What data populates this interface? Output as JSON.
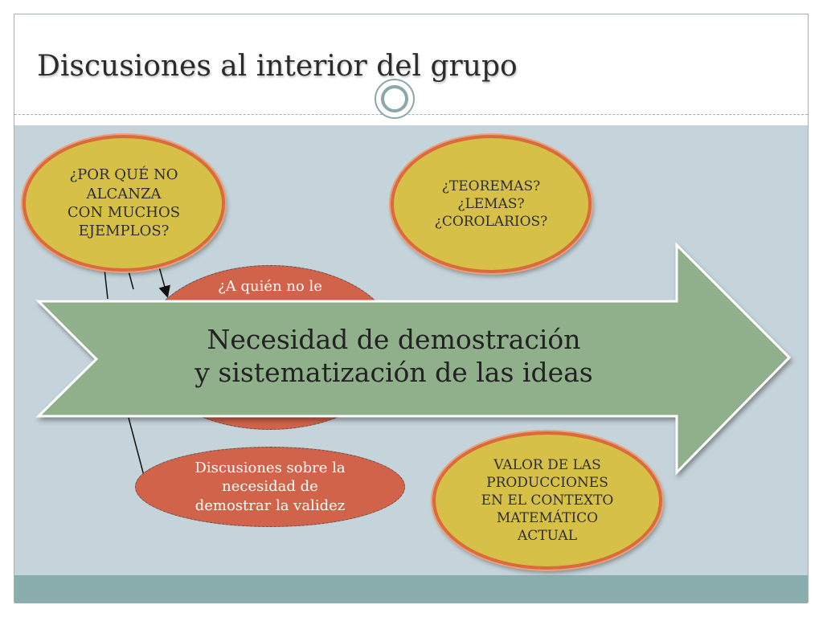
{
  "slide": {
    "title": "Discusiones al interior del grupo"
  },
  "bubbles": {
    "why_not_examples": "¿POR QUÉ NO\nALCANZA\nCON MUCHOS\nEJEMPLOS?",
    "theorems": "¿TEOREMAS?\n¿LEMAS?\n¿COROLARIOS?",
    "who_not": "¿A quién no le",
    "discussions": "Discusiones sobre la\nnecesidad de\ndemostrar la validez",
    "value": "VALOR DE LAS\nPRODUCCIONES\nEN EL CONTEXTO\nMATEMÁTICO\nACTUAL"
  },
  "central_arrow": {
    "text": "Necesidad de demostración\ny sistematización de las ideas"
  },
  "colors": {
    "background": "#c5d3da",
    "footer": "#8aadad",
    "yellow_bubble": "#d7c047",
    "red_bubble": "#d0634a",
    "arrow_fill": "#8fb08a"
  }
}
